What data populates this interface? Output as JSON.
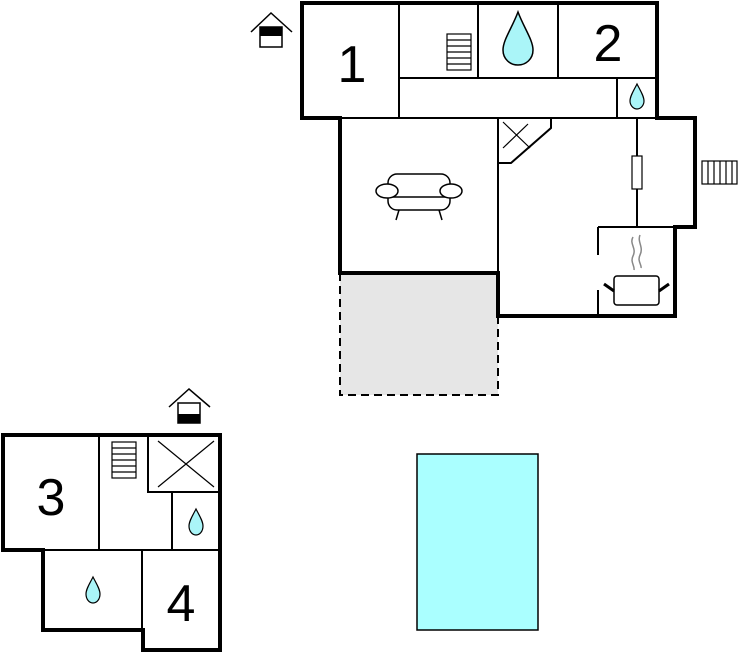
{
  "rooms": {
    "bedroom_1": "1",
    "bedroom_2": "2",
    "bedroom_3": "3",
    "bedroom_4": "4"
  },
  "colors": {
    "water": "#aaf5f8",
    "pool": "#aaffff",
    "terrace": "#e6e6e6",
    "wall": "#000000"
  }
}
